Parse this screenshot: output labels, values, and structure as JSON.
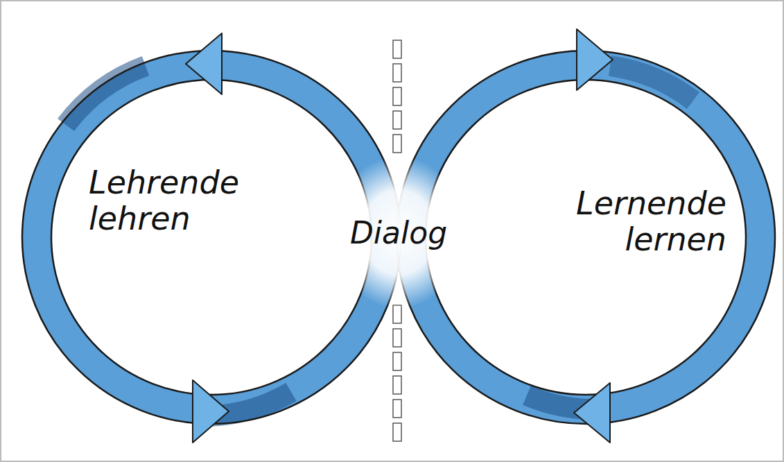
{
  "diagram": {
    "nodes": [
      {
        "text": [
          "Lehrende lehren"
        ]
      },
      {
        "text": [
          "Lernende lernen"
        ]
      }
    ],
    "labels": [
      "Dialog"
    ]
  }
}
